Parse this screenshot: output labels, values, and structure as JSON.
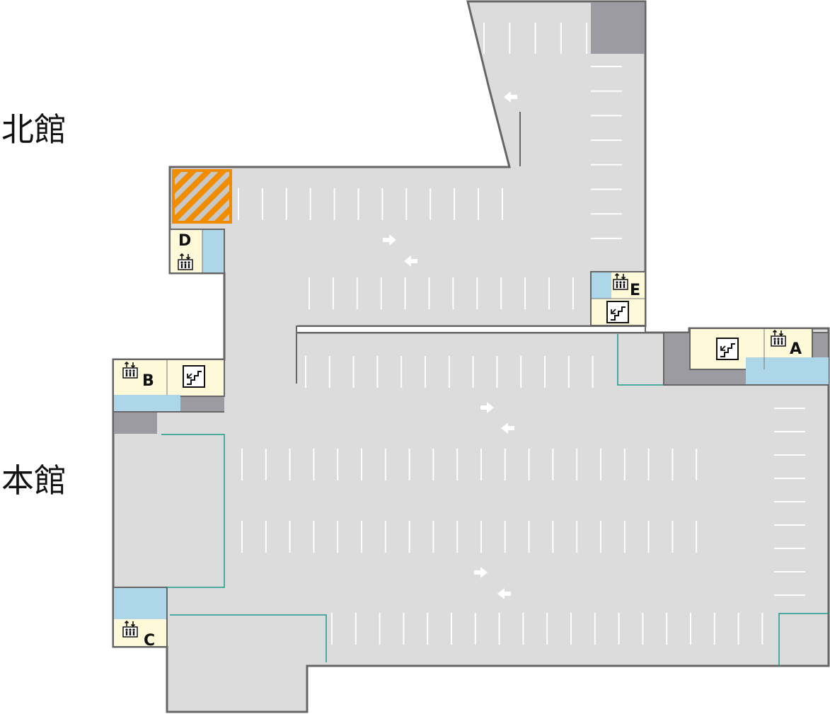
{
  "buildings": {
    "north_label": "北館",
    "main_label": "本館"
  },
  "elevators": {
    "A": "A",
    "B": "B",
    "C": "C",
    "D": "D",
    "E": "E"
  },
  "icons": {
    "elevator": "elevator-icon",
    "stairs": "stairs-icon",
    "direction_arrow": "arrow-icon",
    "restricted_area": "hatched-area"
  },
  "colors": {
    "floor": "#dcdcdc",
    "outline": "#666666",
    "service_area": "#9b9ba1",
    "lobby": "#fdf9d9",
    "elevator_hall": "#add6e8",
    "restricted_hatch": "#f08c00",
    "walkway_line": "#1a9a8a",
    "parking_stripe": "#ffffff"
  }
}
